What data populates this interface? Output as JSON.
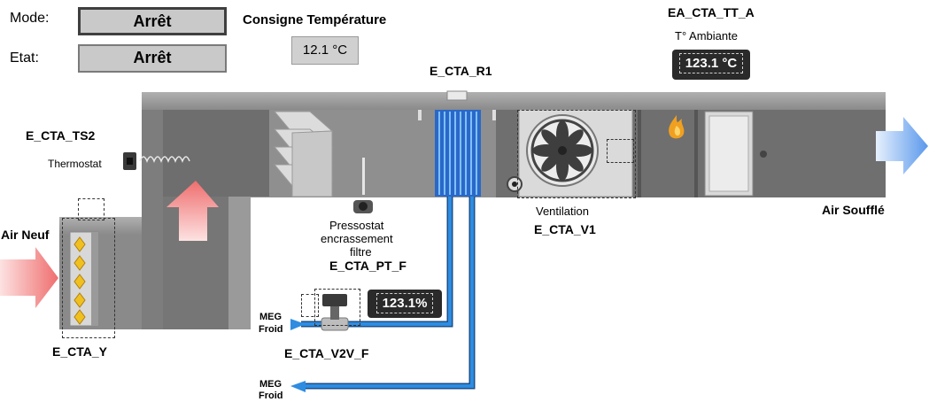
{
  "top": {
    "mode_label": "Mode:",
    "mode_value": "Arrêt",
    "etat_label": "Etat:",
    "etat_value": "Arrêt",
    "consigne_title": "Consigne Température",
    "consigne_value": "12.1 °C"
  },
  "sensors": {
    "tt_a_tag": "EA_CTA_TT_A",
    "tt_a_caption": "T° Ambiante",
    "tt_a_value": "123.1 °C",
    "r1_tag": "E_CTA_R1",
    "ts2_tag": "E_CTA_TS2",
    "ts2_caption": "Thermostat",
    "pt_f_caption_1": "Pressostat",
    "pt_f_caption_2": "encrassement",
    "pt_f_caption_3": "filtre",
    "pt_f_tag": "E_CTA_PT_F",
    "v1_caption": "Ventilation",
    "v1_tag": "E_CTA_V1",
    "v2v_tag": "E_CTA_V2V_F",
    "v2v_value": "123.1%",
    "y_tag": "E_CTA_Y"
  },
  "flows": {
    "air_neuf": "Air Neuf",
    "air_souffle": "Air Soufflé",
    "meg_in_1": "MEG",
    "meg_in_2": "Froid",
    "meg_out_1": "MEG",
    "meg_out_2": "Froid"
  },
  "colors": {
    "duct": "#8c8c8c",
    "duct_dark": "#6f6f6f",
    "pipe_blue": "#2a86d6",
    "arrow_red": "#f07f7f",
    "arrow_blue": "#7fb0ef",
    "flame": "#f0a020"
  }
}
